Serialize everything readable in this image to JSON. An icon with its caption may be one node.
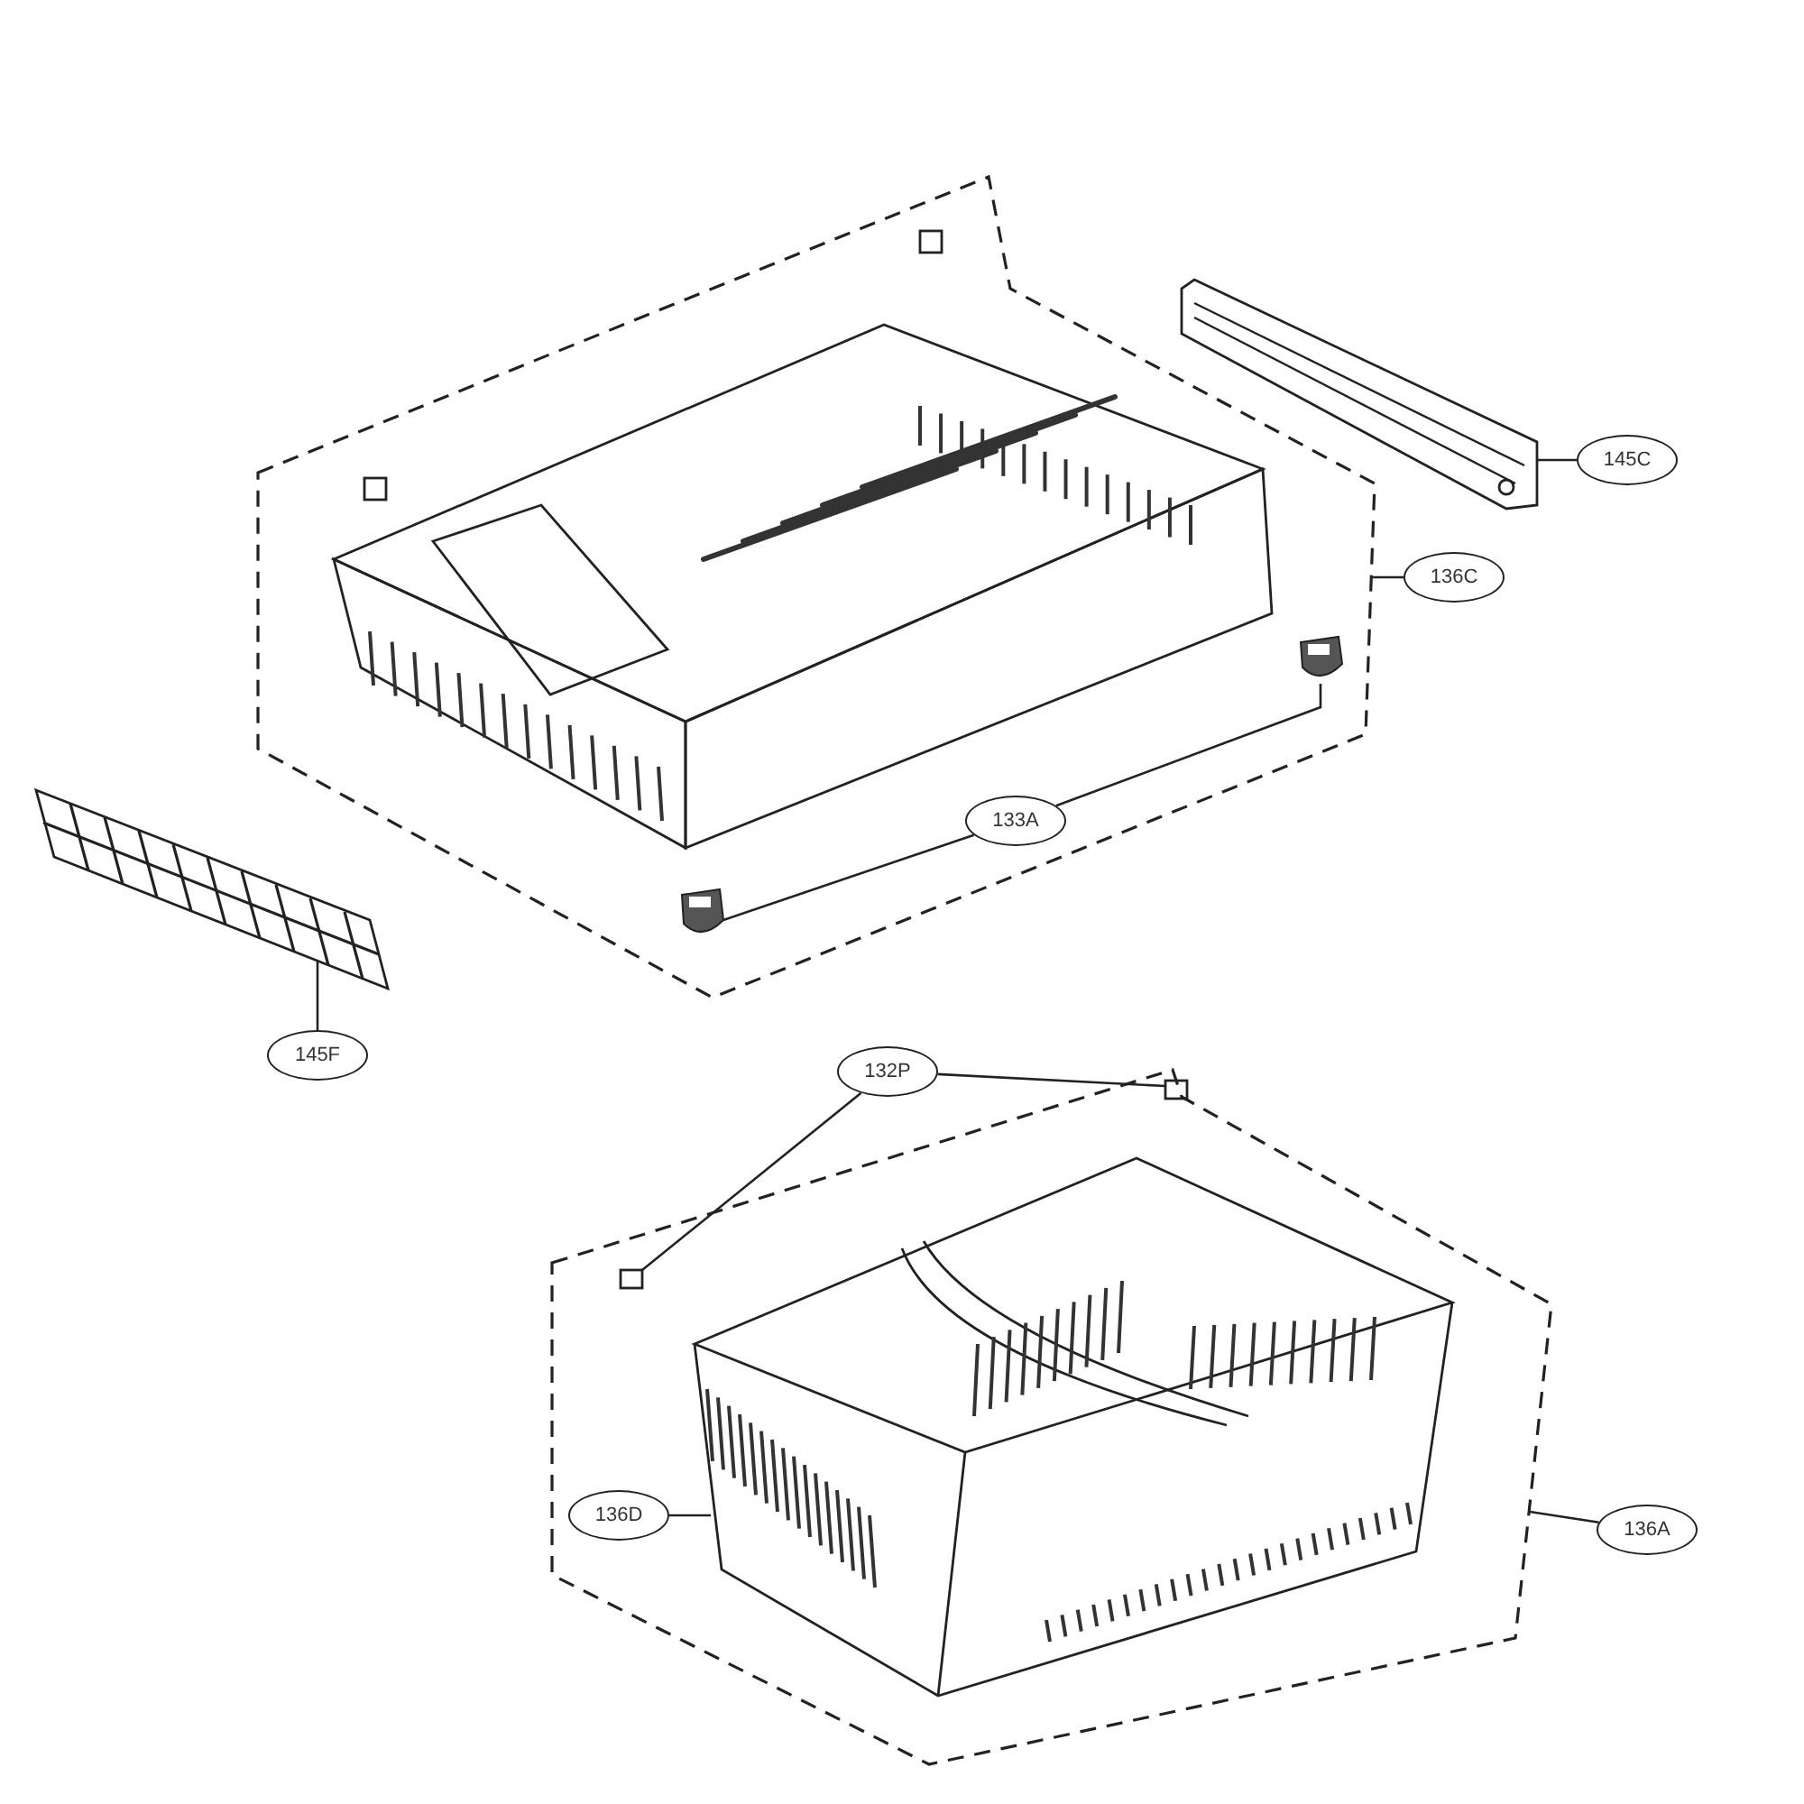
{
  "diagram": {
    "nodes": [
      {
        "text": [
          "145C"
        ]
      },
      {
        "text": [],
        "shape": "picture"
      },
      {
        "text": [
          "136C"
        ]
      },
      {
        "text": [],
        "shape": "picture"
      },
      {
        "text": [],
        "shape": "picture",
        "in": 3
      },
      {
        "text": [],
        "shape": "picture",
        "in": 3
      },
      {
        "text": [
          "133A"
        ],
        "in": 3
      },
      {
        "text": [],
        "shape": "picture"
      },
      {
        "text": [
          "145F"
        ]
      },
      {
        "text": [
          "132P"
        ]
      },
      {
        "text": [],
        "shape": "box",
        "in": 12
      },
      {
        "text": [],
        "shape": "box",
        "in": 12
      },
      {
        "text": [],
        "shape": "picture"
      },
      {
        "text": [],
        "shape": "picture",
        "in": 12
      },
      {
        "text": [
          "136D"
        ],
        "in": 12
      },
      {
        "text": [
          "136A"
        ]
      }
    ],
    "edges": [
      {
        "from": 0,
        "to": 1,
        "arrow": "none"
      },
      {
        "from": 2,
        "to": 3,
        "arrow": "none"
      },
      {
        "from": 6,
        "to": 4,
        "arrow": "none"
      },
      {
        "from": 6,
        "to": 5,
        "arrow": "none"
      },
      {
        "from": 8,
        "to": 7,
        "arrow": "none"
      },
      {
        "from": 9,
        "to": 10,
        "arrow": "none"
      },
      {
        "from": 9,
        "to": 11,
        "arrow": "none"
      },
      {
        "from": 14,
        "to": 13,
        "arrow": "none"
      },
      {
        "from": 15,
        "to": 12,
        "arrow": "none"
      }
    ]
  }
}
